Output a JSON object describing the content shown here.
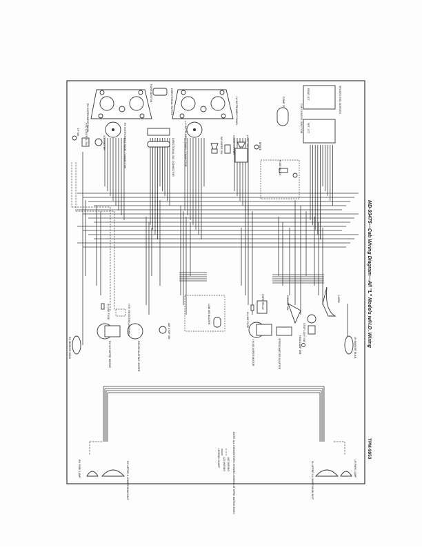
{
  "caption": "MD-93475—Cab Wiring Diagram—All \"L\" Models w/H.D. Wiring",
  "figure_id": "TPM-9953",
  "orientation": "rotated-90-clockwise",
  "components": {
    "rh_instrument_panel": "RH INSTRUMENT PANEL",
    "lh_instrument_panel": "LH INSTRUMENT PANEL",
    "horn_button": "HORN BUTTON",
    "directional_switch": "DIRECTIONAL SWITCH",
    "rh_instrument_panel_connector": "RH INSTRUMENT PANEL CONNECTOR",
    "lh_instrument_panel_connector": "LH INSTRUMENT PANEL CONNECTOR",
    "directional_sw_connector": "DIRECTIONAL SW. CONNECTOR",
    "voltmeter": "VOLTMETER",
    "hyd_control_sw": "HYD CONTROL SW.",
    "lp_switch": "LP SW.",
    "ws_wiper_sw": "WS WIPER SW.",
    "cigar_lighter": "CIGAR LIGHTER",
    "light_sw": "LIGHT SW.",
    "brake": "BRAKE",
    "fuse_block": "FUSE BLOCK",
    "dome_lt": "DOME LT.",
    "cab_chassis_junction": "CAB CHASSIS JUNCTION",
    "rear_jct": "REAR JCT.",
    "frt_jct": "FRT. JCT.",
    "splices": "SPLICES RED SLEEVES",
    "horn_relay": "HORN RELAY",
    "horn": "HORN",
    "dimmer_sw": "DIMMER SW.",
    "stop_light_sw": "STOP LIGHT SW.",
    "headlamp_dimmer": "HEADLAMP DIM.",
    "speedometer_adapter": "SPEEDOMETER ADAPTER",
    "lh_ws_wiper_motor": "LH WS WIPER MOTOR",
    "rh_ws_wiper_motor": "RH WS WIPER MOTOR",
    "recirculating_heater": "RECIRCULATING HEATER",
    "heater_resistor": "HTR. RESISTOR ASSEMBLY",
    "air_stop_sw": "AIR STOP SW.",
    "low_air_buzzer": "LOW AIR BUZZER",
    "rh_marker_bulb": "RH MARKER BULB",
    "lh_marker_bulb": "LH MARKER BULB",
    "rh_headlamp": "RH UPPER & LOWER BEAM UNIT",
    "lh_headlamp": "LH UPPER & LOWER BEAM UNIT",
    "rh_park_lamp": "RH PARK LAMP",
    "lh_park_lamp": "LH PARK LAMP",
    "line_fuse_rh": "IN LINE FUSE",
    "line_fuse_lh": "IN LINE FUSE"
  },
  "legend": {
    "title": "LEGEND CHART",
    "solid": "12G WIRING",
    "dashed": "18G WIRING",
    "note": "NOTE: ALL CONNECTORS SHOWN LOOKING AT OPEN MATING ENDS."
  },
  "colors": {
    "ink": "#333333",
    "paper": "#fdfdfd"
  }
}
